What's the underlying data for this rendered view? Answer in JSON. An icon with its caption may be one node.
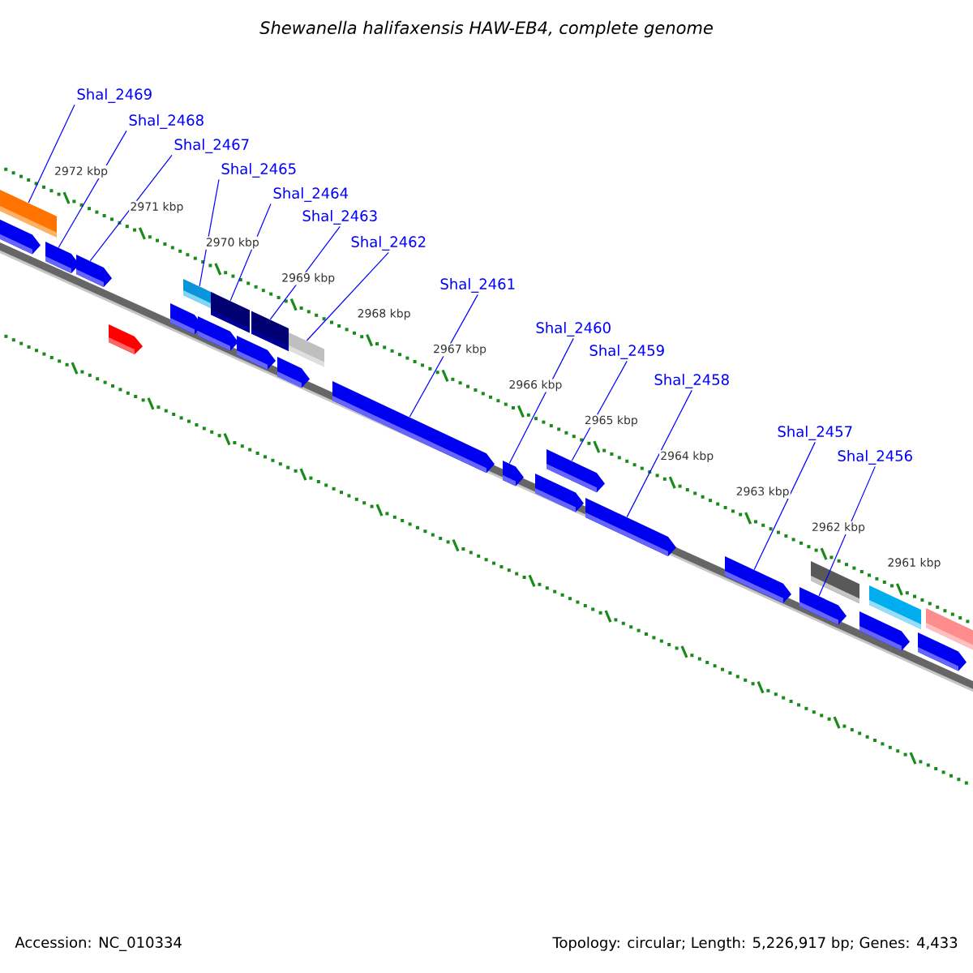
{
  "diagram": {
    "title": "Shewanella halifaxensis HAW-EB4, complete genome",
    "nodes": [
      {
        "text": [
          "Shal_2469"
        ]
      },
      {
        "text": [
          "Shal_2468"
        ]
      },
      {
        "text": [
          "Shal_2467"
        ]
      },
      {
        "text": [
          "Shal_2465"
        ]
      },
      {
        "text": [
          "Shal_2464"
        ]
      },
      {
        "text": [
          "Shal_2463"
        ]
      },
      {
        "text": [
          "Shal_2462"
        ]
      },
      {
        "text": [
          "Shal_2461"
        ]
      },
      {
        "text": [
          "Shal_2460"
        ]
      },
      {
        "text": [
          "Shal_2459"
        ]
      },
      {
        "text": [
          "Shal_2458"
        ]
      },
      {
        "text": [
          "Shal_2457"
        ]
      },
      {
        "text": [
          "Shal_2456"
        ]
      },
      {
        "text": [],
        "shape": "bar"
      },
      {
        "text": [],
        "shape": "bar"
      },
      {
        "text": [],
        "shape": "bar"
      },
      {
        "text": [],
        "shape": "bar"
      },
      {
        "text": [],
        "shape": "bar"
      },
      {
        "text": [],
        "shape": "bar"
      },
      {
        "text": [],
        "shape": "bar"
      },
      {
        "text": [],
        "shape": "bar"
      },
      {
        "text": [],
        "shape": "bar"
      },
      {
        "text": [],
        "shape": "bar"
      },
      {
        "text": [],
        "shape": "bar"
      },
      {
        "text": [],
        "shape": "bar"
      },
      {
        "text": [],
        "shape": "bar"
      },
      {
        "text": [],
        "shape": "bar"
      },
      {
        "text": [],
        "shape": "bar"
      },
      {
        "text": [],
        "shape": "bar"
      },
      {
        "text": [],
        "shape": "bar"
      },
      {
        "text": [],
        "shape": "bar"
      },
      {
        "text": [],
        "shape": "bar"
      },
      {
        "text": [],
        "shape": "bar"
      },
      {
        "text": [],
        "shape": "bar"
      },
      {
        "text": [],
        "shape": "bar"
      },
      {
        "text": [],
        "shape": "bar"
      },
      {
        "text": [],
        "shape": "bar"
      },
      {
        "text": [],
        "shape": "bar"
      }
    ],
    "edges": [
      {
        "from": 0,
        "to": 14,
        "arrow": "none"
      },
      {
        "from": 1,
        "to": 15,
        "arrow": "none"
      },
      {
        "from": 2,
        "to": 16,
        "arrow": "none"
      },
      {
        "from": 3,
        "to": 19,
        "arrow": "none"
      },
      {
        "from": 4,
        "to": 21,
        "arrow": "none"
      },
      {
        "from": 5,
        "to": 23,
        "arrow": "none"
      },
      {
        "from": 6,
        "to": 25,
        "arrow": "none"
      },
      {
        "from": 7,
        "to": 26,
        "arrow": "none"
      },
      {
        "from": 8,
        "to": 27,
        "arrow": "none"
      },
      {
        "from": 9,
        "to": 29,
        "arrow": "none"
      },
      {
        "from": 10,
        "to": 30,
        "arrow": "none"
      },
      {
        "from": 11,
        "to": 31,
        "arrow": "none"
      },
      {
        "from": 12,
        "to": 32,
        "arrow": "none"
      }
    ],
    "labels": [
      "2972 kbp",
      "2971 kbp",
      "2970 kbp",
      "2969 kbp",
      "2968 kbp",
      "2967 kbp",
      "2966 kbp",
      "2965 kbp",
      "2964 kbp",
      "2963 kbp",
      "2962 kbp",
      "2961 kbp",
      "Accession: NC_010334",
      "Topology: circular; Length: 5,226,917 bp; Genes: 4,433"
    ]
  }
}
